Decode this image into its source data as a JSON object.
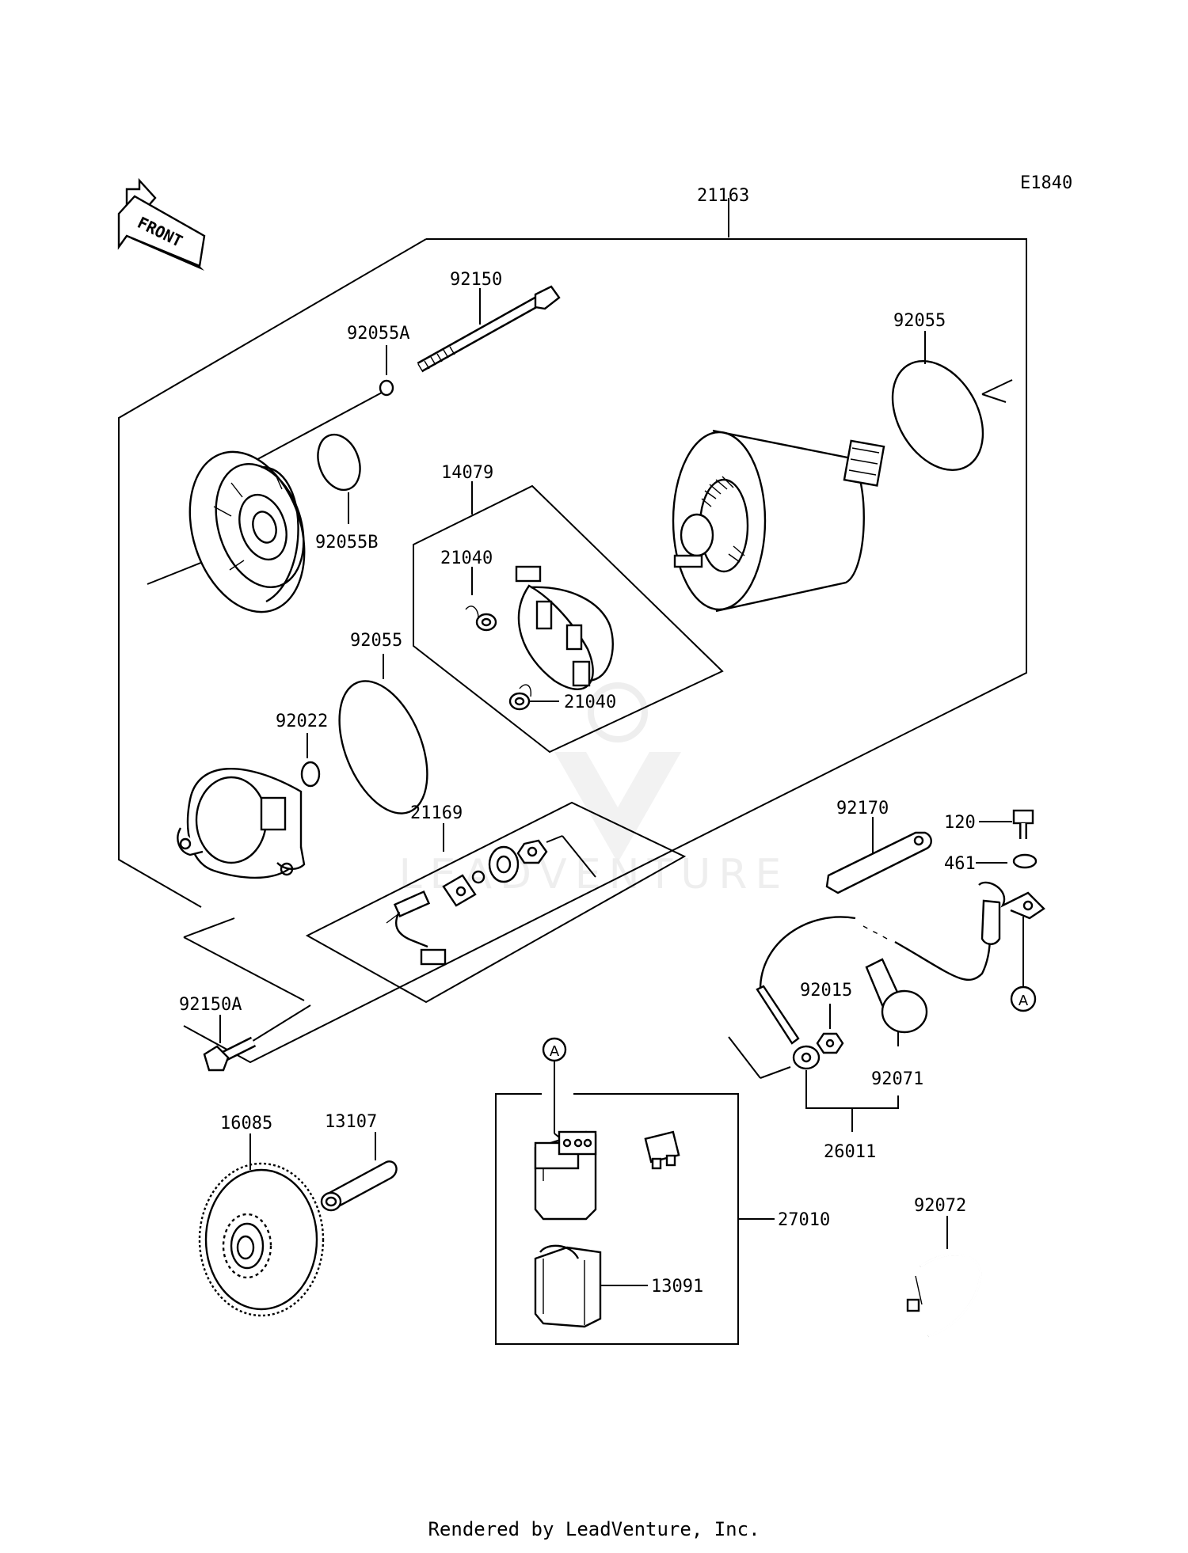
{
  "diagram_code": "E1840",
  "front_label": "FRONT",
  "watermark": "LEADVENTURE",
  "footer": "Rendered by LeadVenture, Inc.",
  "callouts": {
    "p21163": "21163",
    "p92150": "92150",
    "p92055a": "92055A",
    "p92055_top": "92055",
    "p92055b": "92055B",
    "p14079": "14079",
    "p21040_upper": "21040",
    "p21040_lower": "21040",
    "p92055_mid": "92055",
    "p92022": "92022",
    "p21169": "21169",
    "p92170": "92170",
    "p120": "120",
    "p461": "461",
    "p92015": "92015",
    "p92071": "92071",
    "p26011": "26011",
    "p92150a": "92150A",
    "p16085": "16085",
    "p13107": "13107",
    "p27010": "27010",
    "p13091": "13091",
    "p92072": "92072"
  },
  "ref_markers": {
    "a_right": "A",
    "a_relay": "A"
  }
}
